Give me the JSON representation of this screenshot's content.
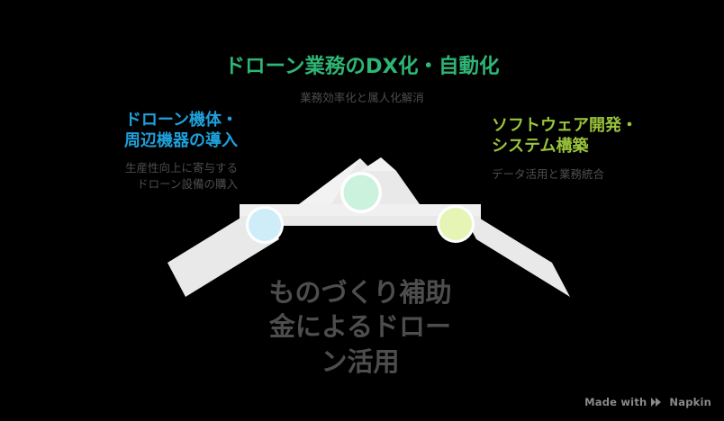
{
  "diagram": {
    "type": "mountain-peak-infographic",
    "background_color": "#000000",
    "shape_color": "#e9e9e9",
    "shape_highlight_color": "#f4f4f4",
    "nodes": [
      {
        "id": "left-node",
        "marker_color": "#cfecf9",
        "heading": "ドローン機体・\n周辺機器の導入",
        "heading_color": "#1fa0da",
        "subtext": "生産性向上に寄与する\nドローン設備の購入"
      },
      {
        "id": "top-node",
        "marker_color": "#caf2dd",
        "heading": "ドローン業務のDX化・自動化",
        "heading_color": "#2fb574",
        "subtext": "業務効率化と属人化解消"
      },
      {
        "id": "right-node",
        "marker_color": "#e6f5b5",
        "heading": "ソフトウェア開発・\nシステム構築",
        "heading_color": "#9ac43a",
        "subtext": "データ活用と業務統合"
      }
    ],
    "center_label": "ものづくり補助\n金によるドロー\nン活用",
    "center_label_color": "#4d4d4d"
  },
  "watermark": {
    "made_with": "Made with",
    "brand": "Napkin",
    "logo_icon": "napkin-play-icon"
  }
}
